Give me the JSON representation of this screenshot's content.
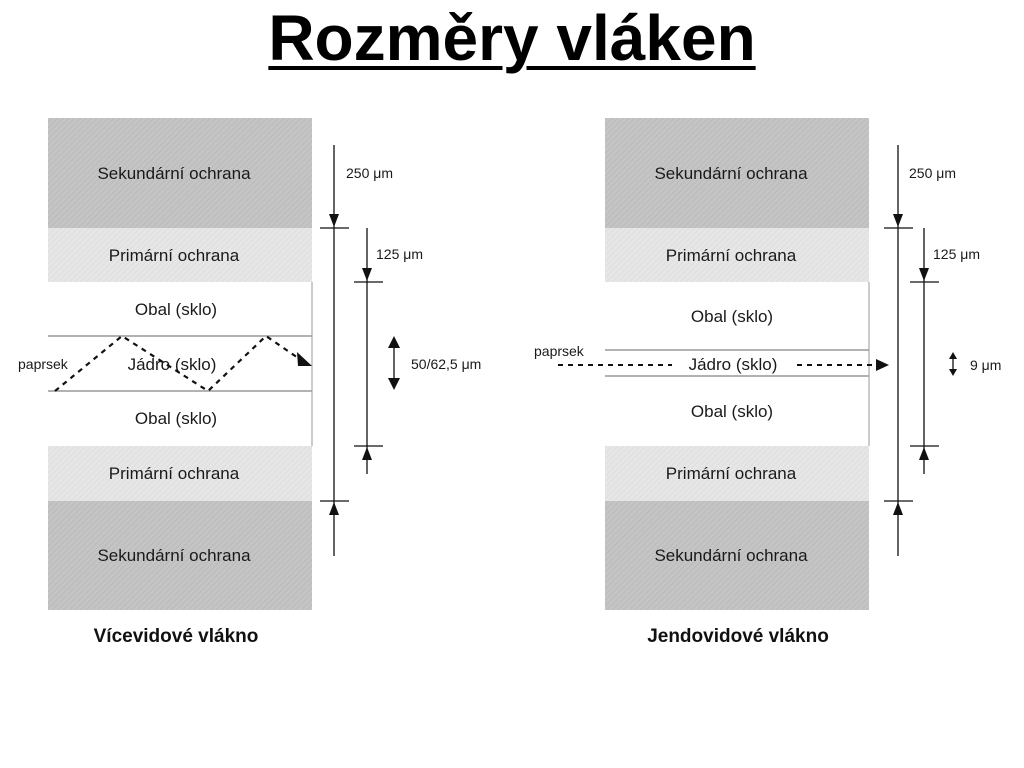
{
  "title": "Rozměry vláken",
  "multimode": {
    "caption": "Vícevidové vlákno",
    "layers": {
      "secondary_top": "Sekundární ochrana",
      "primary_top": "Primární ochrana",
      "cladding_top": "Obal (sklo)",
      "core": "Jádro (sklo)",
      "cladding_bottom": "Obal (sklo)",
      "primary_bottom": "Primární ochrana",
      "secondary_bottom": "Sekundární ochrana"
    },
    "ray_label": "paprsek",
    "dimensions": {
      "outer": "250 μm",
      "cladding": "125 μm",
      "core": "50/62,5 μm"
    }
  },
  "singlemode": {
    "caption": "Jendovidové vlákno",
    "layers": {
      "secondary_top": "Sekundární ochrana",
      "primary_top": "Primární ochrana",
      "cladding_top": "Obal (sklo)",
      "core": "Jádro (sklo)",
      "cladding_bottom": "Obal (sklo)",
      "primary_bottom": "Primární ochrana",
      "secondary_bottom": "Sekundární ochrana"
    },
    "ray_label": "paprsek",
    "dimensions": {
      "outer": "250 μm",
      "cladding": "125 μm",
      "core": "9 μm"
    }
  },
  "colors": {
    "secondary": "#c2c2c2",
    "primary": "#e4e4e4",
    "glass": "#ffffff"
  }
}
